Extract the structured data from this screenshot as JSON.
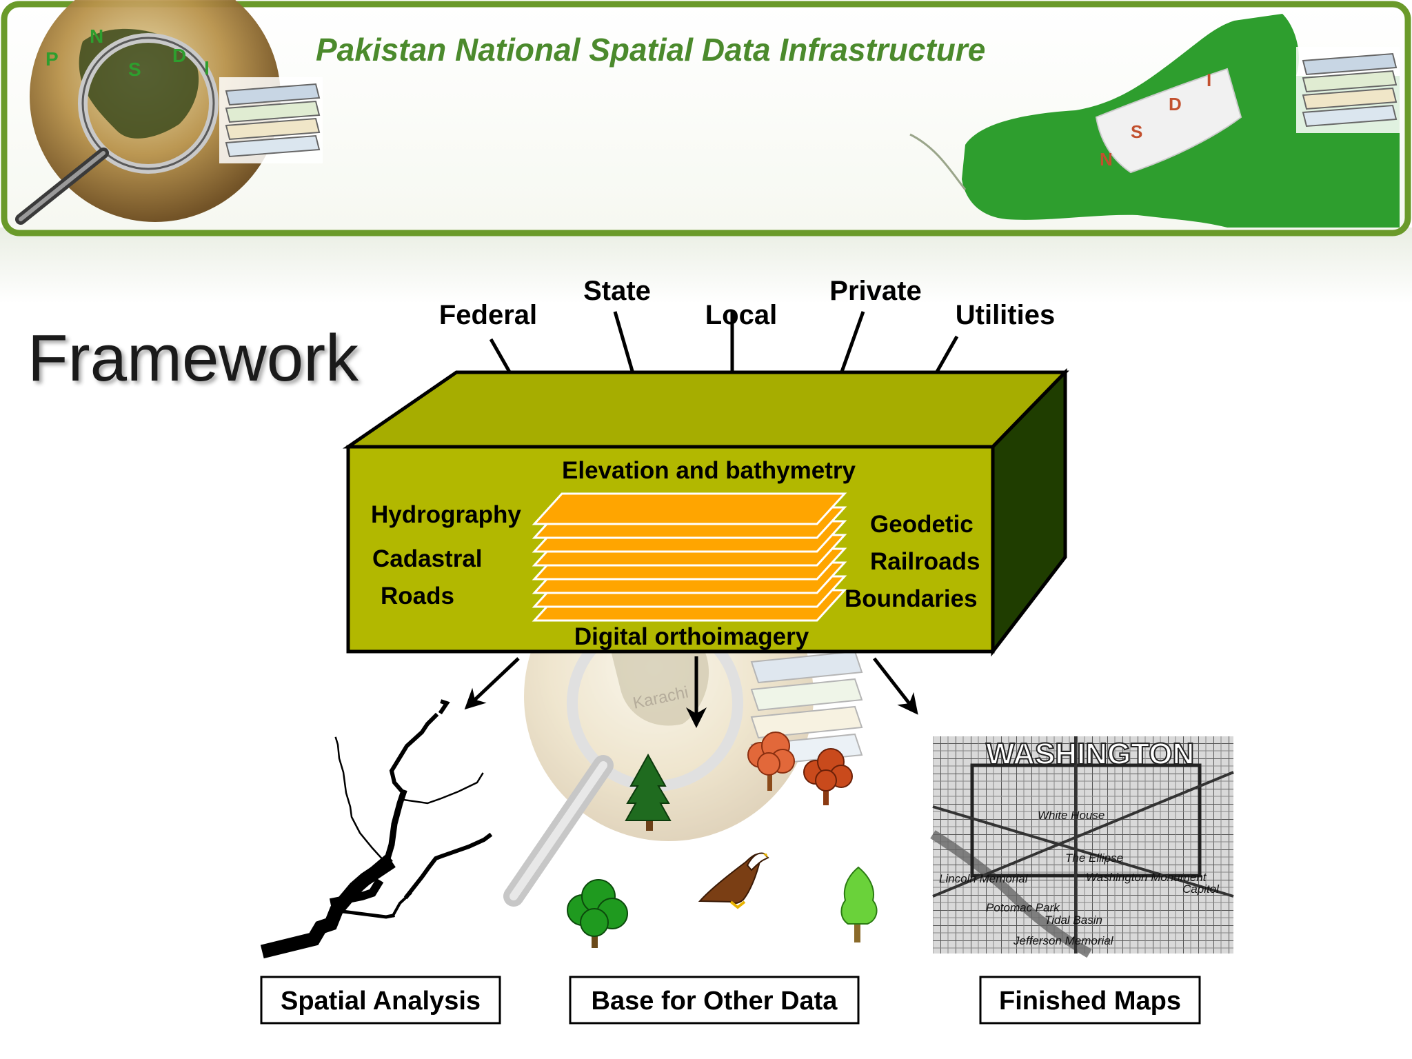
{
  "banner": {
    "title": "Pakistan National Spatial Data Infrastructure",
    "logo_letters": [
      "P",
      "N",
      "S",
      "D",
      "I"
    ],
    "map_caption": "Karachi",
    "colors": {
      "frame": "#6a9a2a",
      "map_green": "#2e9e2e",
      "title": "#4b8a2c"
    }
  },
  "diagram": {
    "heading": "Framework",
    "sources": [
      "Federal",
      "State",
      "Local",
      "Private",
      "Utilities"
    ],
    "layers": {
      "top": "Elevation and bathymetry",
      "left": [
        "Hydrography",
        "Cadastral",
        "Roads"
      ],
      "right": [
        "Geodetic",
        "Railroads",
        "Boundaries"
      ],
      "bottom": "Digital orthoimagery"
    },
    "outputs": [
      "Spatial Analysis",
      "Base for Other Data",
      "Finished Maps"
    ],
    "map_labels": [
      "WASHINGTON",
      "White House",
      "The Ellipse",
      "Washington Monument",
      "Lincoln Memorial",
      "Potomac Park",
      "Tidal Basin",
      "Jefferson Memorial",
      "Capitol"
    ],
    "colors": {
      "box_front": "#b2b800",
      "box_side": "#1f3d00",
      "box_top": "#a6ad00",
      "layer_fill": "#ffa500"
    }
  }
}
